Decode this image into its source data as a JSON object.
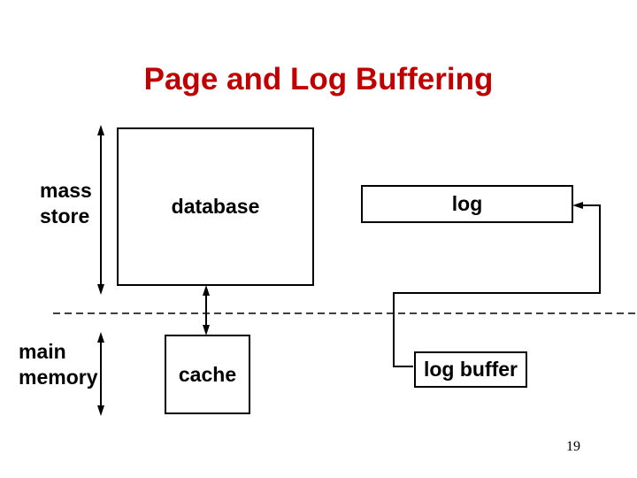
{
  "slide": {
    "title": "Page and Log Buffering",
    "title_color": "#c00000",
    "page_number": "19"
  },
  "diagram": {
    "boxes": {
      "database": "database",
      "log": "log",
      "cache": "cache",
      "log_buffer": "log buffer"
    },
    "labels": {
      "mass_store": "mass\nstore",
      "main_memory": "main\nmemory"
    },
    "connections": [
      {
        "name": "mass-store-extent",
        "type": "double-headed-arrow",
        "orientation": "vertical"
      },
      {
        "name": "main-memory-extent",
        "type": "double-headed-arrow",
        "orientation": "vertical"
      },
      {
        "name": "database-cache",
        "type": "double-headed-arrow",
        "orientation": "vertical"
      },
      {
        "name": "log-buffer-to-log",
        "type": "arrow",
        "direction": "log buffer to log"
      },
      {
        "name": "memory-boundary",
        "type": "dashed-line",
        "orientation": "horizontal"
      }
    ]
  }
}
